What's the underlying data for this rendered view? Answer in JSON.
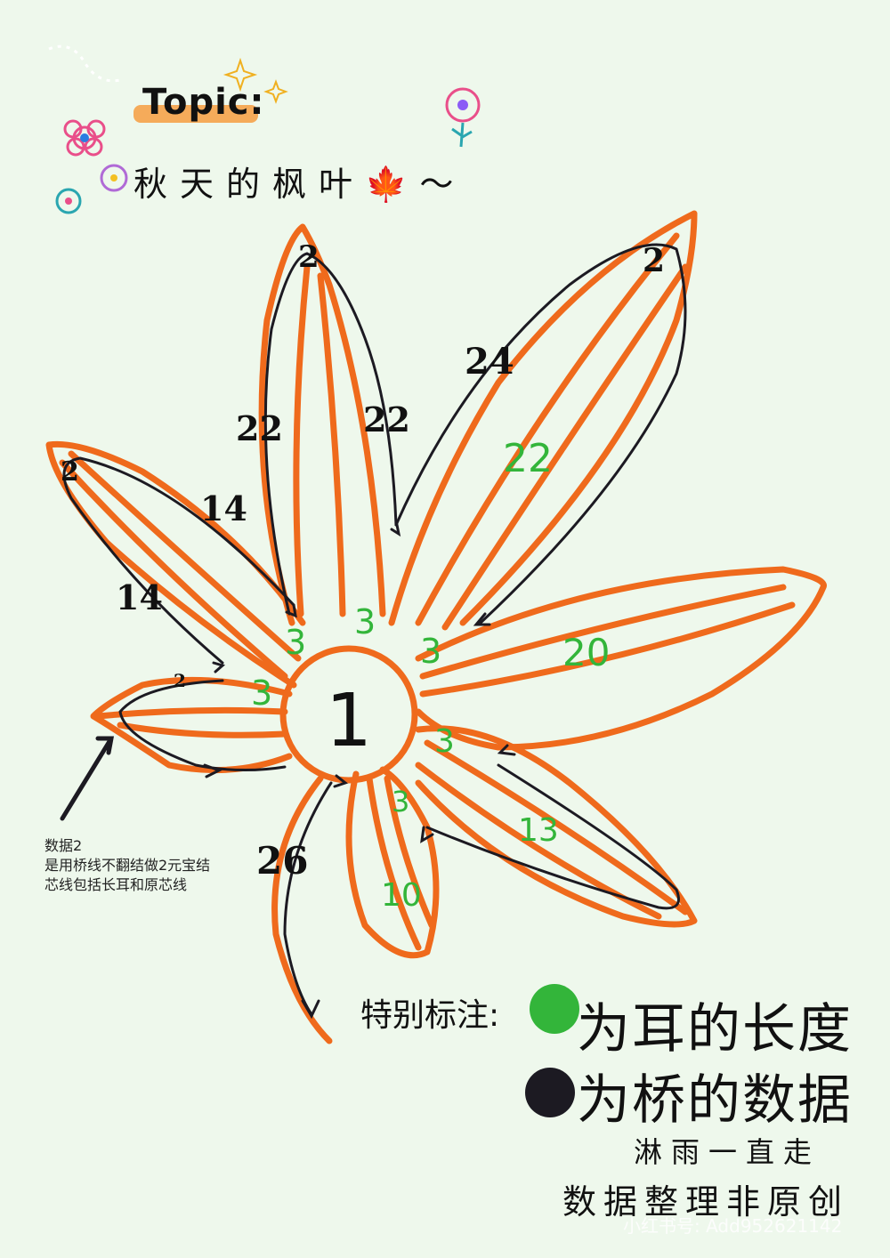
{
  "header": {
    "topic_label": "Topic:",
    "title": "秋天的枫叶🍁～"
  },
  "diagram": {
    "center_label": "1",
    "bridge_counts": {
      "top_left_petal_tip": "2",
      "top_left_petal_left": "22",
      "top_left_petal_right": "22",
      "top_right_petal_tip": "2",
      "top_right_petal_side": "24",
      "left_upper_petal_tip": "2",
      "left_upper_petal_top": "14",
      "left_upper_petal_bottom": "14",
      "small_left_petal_tip": "2",
      "stem": "26"
    },
    "ear_lengths": {
      "top_right_petal": "22",
      "right_petal": "20",
      "lower_right_petal": "13",
      "bottom_petal": "10",
      "ear_1": "3",
      "ear_2": "3",
      "ear_3": "3",
      "ear_4": "3",
      "ear_5": "3",
      "ear_6": "3"
    }
  },
  "note": {
    "lines": [
      "数据2",
      "是用桥线不翻结做2元宝结",
      "芯线包括长耳和原芯线"
    ]
  },
  "legend": {
    "title": "特别标注:",
    "green_text": "为耳的长度",
    "black_text": "为桥的数据",
    "green_color": "#33b53a",
    "black_color": "#1c1a22"
  },
  "footer": {
    "author": "淋雨一直走",
    "slogan": "数据整理非原创",
    "watermark": "小红书号: Add952621142"
  },
  "colors": {
    "orange": "#ef6a1c",
    "background": "#eef8ec"
  }
}
